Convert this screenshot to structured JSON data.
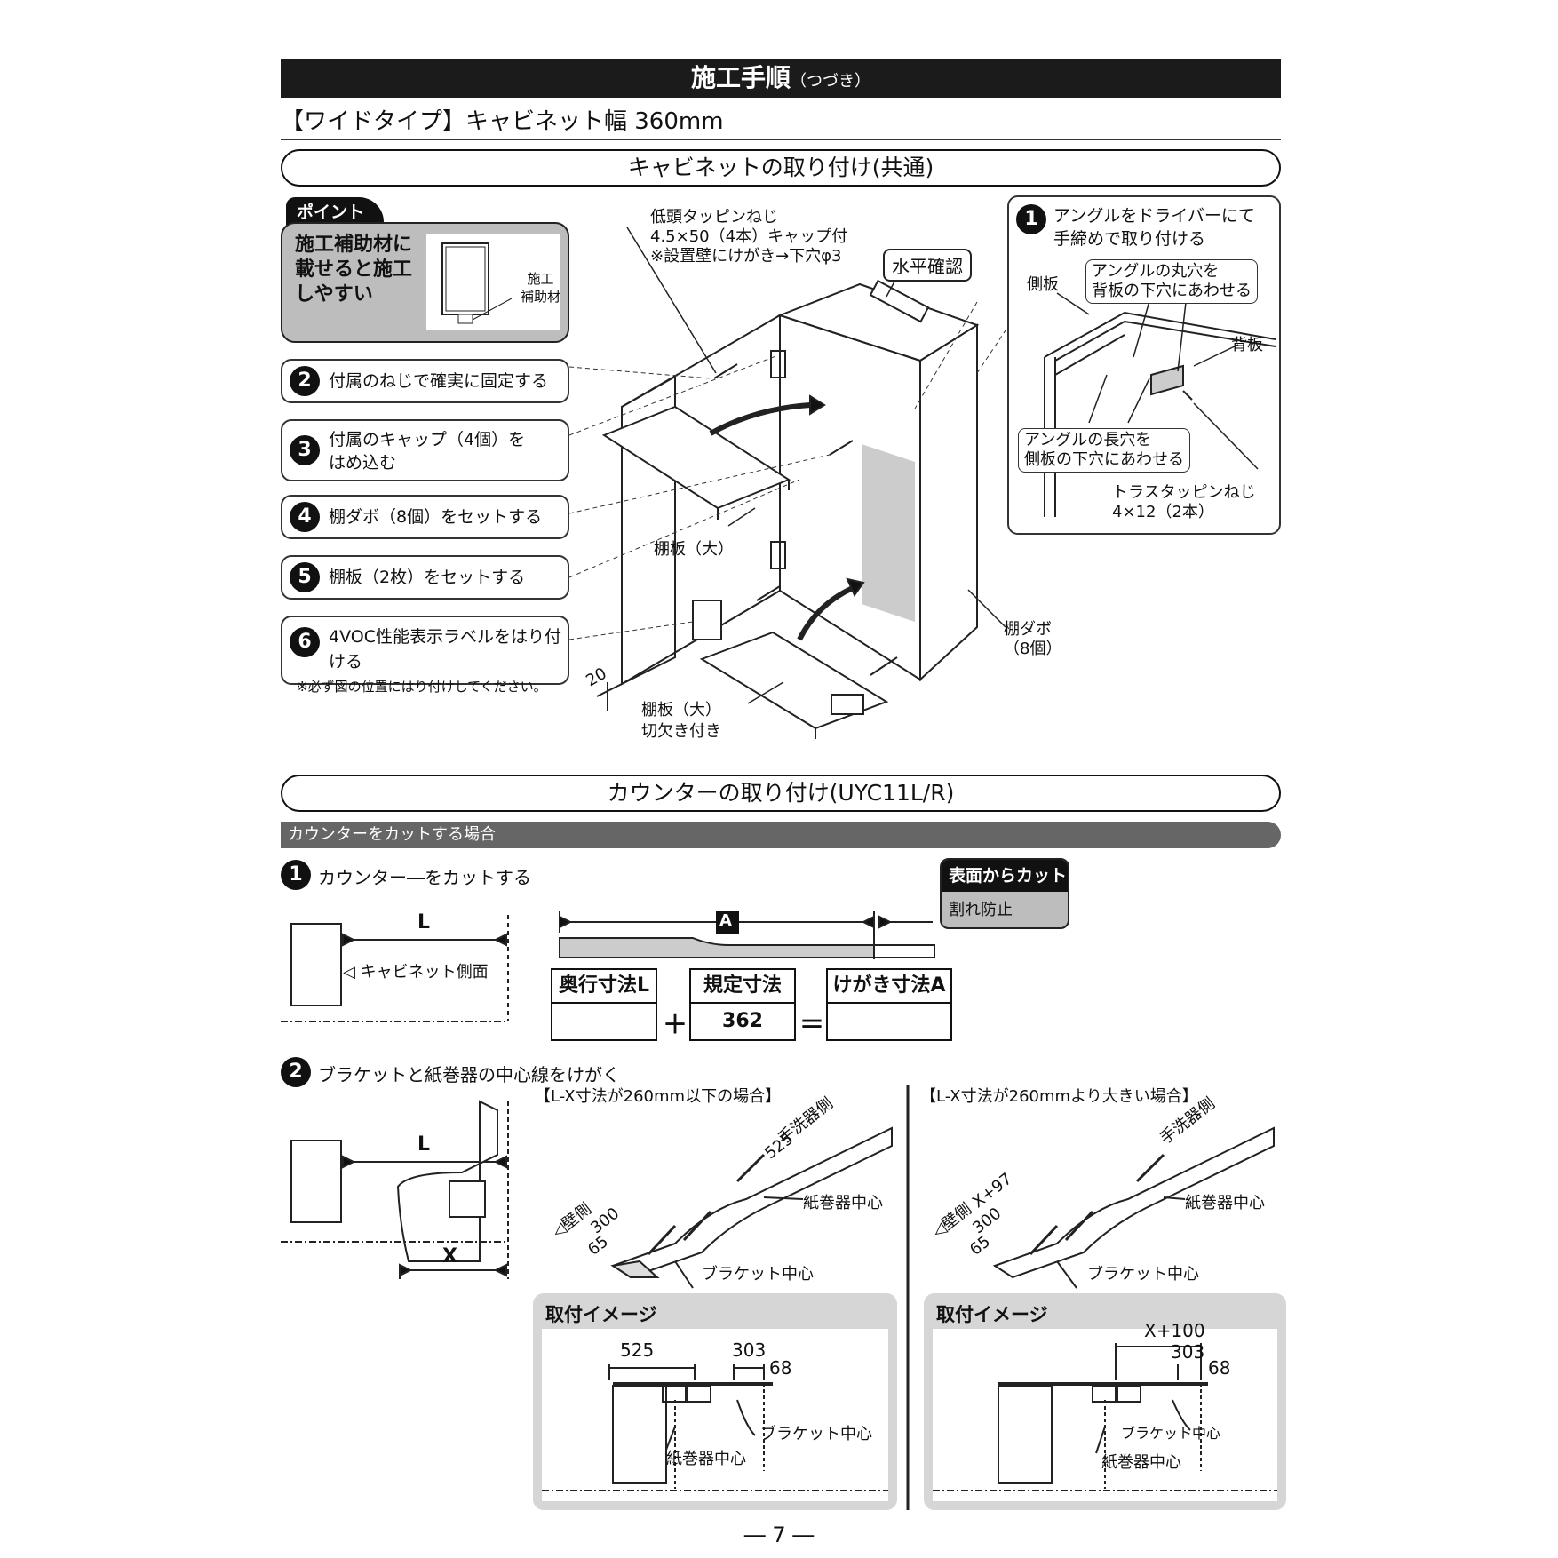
{
  "header": {
    "title": "施工手順",
    "title_sub": "（つづき）",
    "subtitle": "【ワイドタイプ】キャビネット幅 360mm"
  },
  "section1": {
    "title": "キャビネットの取り付け(共通)",
    "point": {
      "tab": "ポイント",
      "text_line1": "施工補助材に",
      "text_line2": "載せると施工",
      "text_line3": "しやすい",
      "fig_label1": "施工",
      "fig_label2": "補助材"
    },
    "screw_label": {
      "line1": "低頭タッピンねじ",
      "line2": "4.5×50（4本）キャップ付",
      "line3": "※設置壁にけがき→下穴φ3"
    },
    "level_label": "水平確認",
    "steps": [
      {
        "num": "2",
        "text": "付属のねじで確実に固定する"
      },
      {
        "num": "3",
        "text": "付属のキャップ（4個）を",
        "text2": "はめ込む"
      },
      {
        "num": "4",
        "text": "棚ダボ（8個）をセットする"
      },
      {
        "num": "5",
        "text": "棚板（2枚）をセットする"
      },
      {
        "num": "6",
        "text": "4VOC性能表示ラベルをはり付ける",
        "text2": "※必ず図の位置にはり付けしてください。"
      }
    ],
    "fig_labels": {
      "shelf_large": "棚板（大）",
      "shelf_large_cut1": "棚板（大）",
      "shelf_large_cut2": "切欠き付き",
      "dowel1": "棚ダボ",
      "dowel2": "（8個）",
      "dim20": "20"
    },
    "angle": {
      "num": "1",
      "title1": "アングルをドライバーにて",
      "title2": "手締めで取り付ける",
      "side": "側板",
      "back": "背板",
      "round1": "アングルの丸穴を",
      "round2": "背板の下穴にあわせる",
      "long1": "アングルの長穴を",
      "long2": "側板の下穴にあわせる",
      "truss1": "トラスタッピンねじ",
      "truss2": "4×12（2本）"
    }
  },
  "section2": {
    "title": "カウンターの取り付け(UYC11L/R)",
    "bar": "カウンターをカットする場合",
    "step1": {
      "num": "1",
      "text": "カウンター―をカットする",
      "L": "L",
      "cabinet_side": "◁ キャビネット側面",
      "A": "A",
      "cut_title": "表面からカット",
      "cut_note": "割れ防止",
      "table": {
        "h1": "奥行寸法L",
        "plus": "＋",
        "h2": "規定寸法",
        "v2": "362",
        "eq": "＝",
        "h3": "けがき寸法A"
      }
    },
    "step2": {
      "num": "2",
      "text": "ブラケットと紙巻器の中心線をけがく",
      "L": "L",
      "X": "X",
      "case1": {
        "title": "【L-X寸法が260mm以下の場合】",
        "sink_side": "手洗器側",
        "d525": "525",
        "wall": "◁壁側",
        "d300": "300",
        "d65": "65",
        "paper": "紙巻器中心",
        "bracket": "ブラケット中心"
      },
      "case2": {
        "title": "【L-X寸法が260mmより大きい場合】",
        "sink_side": "手洗器側",
        "dx97": "X+97",
        "wall": "◁壁側",
        "d300": "300",
        "d65": "65",
        "paper": "紙巻器中心",
        "bracket": "ブラケット中心"
      },
      "img1": {
        "title": "取付イメージ",
        "d525": "525",
        "d303": "303",
        "d68": "68",
        "bracket": "ブラケット中心",
        "paper": "紙巻器中心"
      },
      "img2": {
        "title": "取付イメージ",
        "dx100": "X+100",
        "d303": "303",
        "d68": "68",
        "bracket": "ブラケット中心",
        "paper": "紙巻器中心"
      }
    }
  },
  "footer": {
    "page": "― 7 ―"
  }
}
